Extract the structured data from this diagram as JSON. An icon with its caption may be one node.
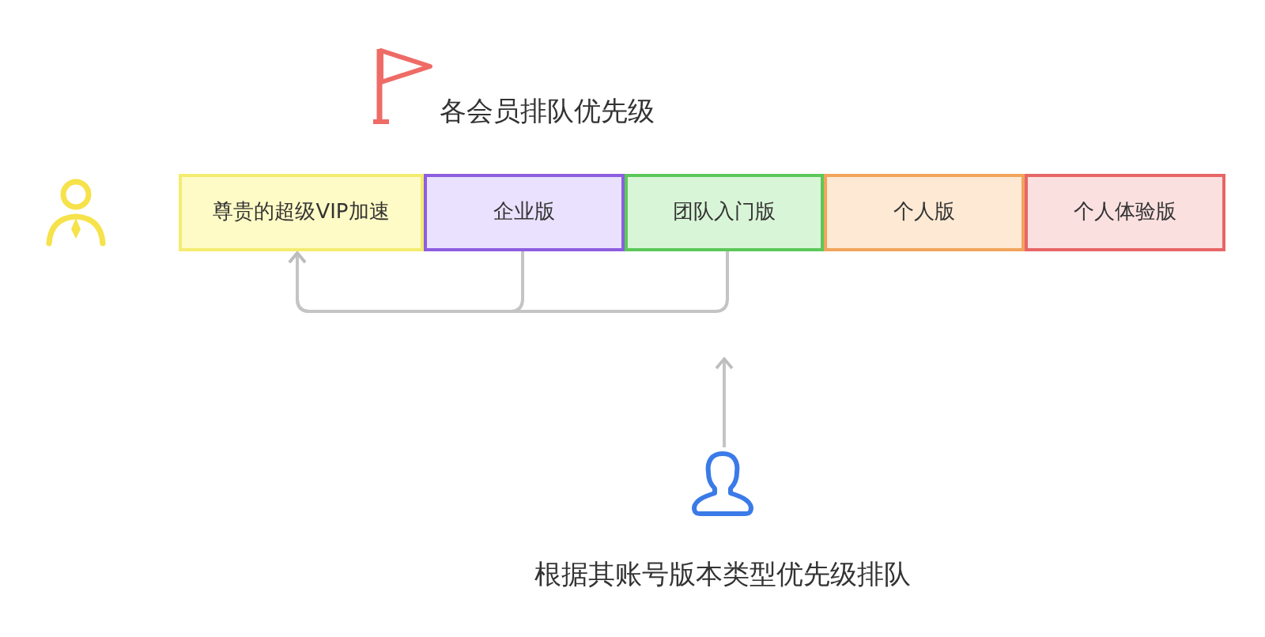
{
  "diagram": {
    "nodes": [
      {
        "text": [],
        "shape": "person"
      },
      {
        "text": [
          "尊贵的超级VIP加速"
        ]
      },
      {
        "text": [
          "企业版"
        ]
      },
      {
        "text": [
          "团队入门版"
        ]
      },
      {
        "text": [
          "个人版"
        ]
      },
      {
        "text": [
          "个人体验版"
        ]
      },
      {
        "text": [],
        "shape": "person",
        "beside": [
          "根据其账号版本类型优先级排队"
        ]
      }
    ],
    "edges": [
      {
        "from": 2,
        "to": 1,
        "arrow": "to"
      },
      {
        "from": 3,
        "to": 1,
        "arrow": "to"
      },
      {
        "from": 6,
        "to": null,
        "arrow": "to"
      }
    ],
    "labels": [
      "各会员排队优先级"
    ]
  }
}
